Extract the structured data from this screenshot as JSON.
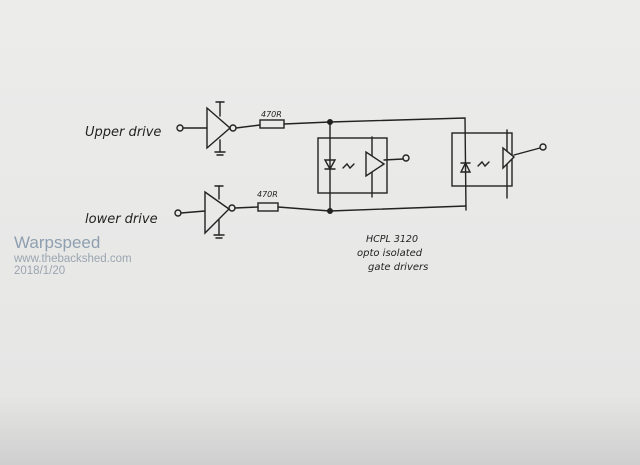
{
  "schematic": {
    "upper_input_label": "Upper drive",
    "lower_input_label": "lower drive",
    "upper_resistor": "470R",
    "lower_resistor": "470R",
    "ic_label_line1": "HCPL 3120",
    "ic_label_line2": "opto isolated",
    "ic_label_line3": "gate drivers"
  },
  "watermark": {
    "author": "Warpspeed",
    "site": "www.thebackshed.com",
    "date": "2018/1/20"
  }
}
